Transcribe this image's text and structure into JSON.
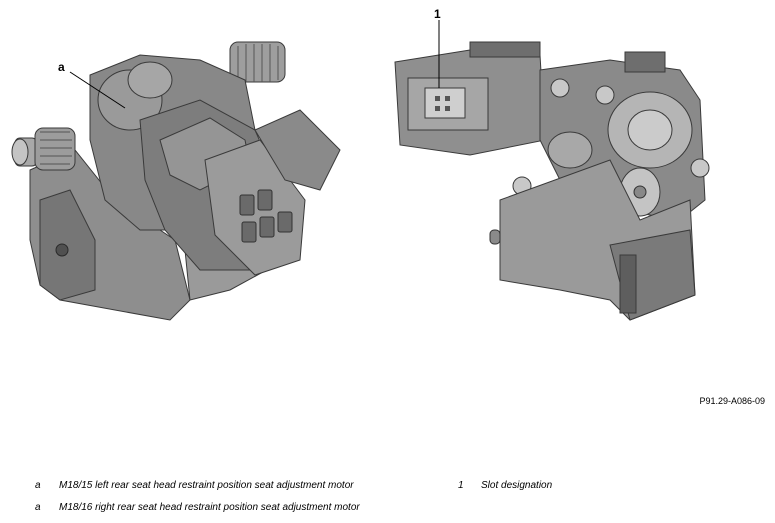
{
  "callouts": {
    "left": "a",
    "right": "1"
  },
  "reference_code": "P91.29-A086-09",
  "legend": [
    {
      "key": "a",
      "text": "M18/15 left rear seat head restraint position seat adjustment motor"
    },
    {
      "key": "a",
      "text": "M18/16 right rear seat head restraint position seat adjustment motor"
    },
    {
      "key": "1",
      "text": "Slot designation"
    }
  ],
  "colors": {
    "body_gray": "#8c8c8c",
    "dark_gray": "#5a5a5a",
    "light_gray": "#b8b8b8",
    "outline": "#3a3a3a"
  }
}
